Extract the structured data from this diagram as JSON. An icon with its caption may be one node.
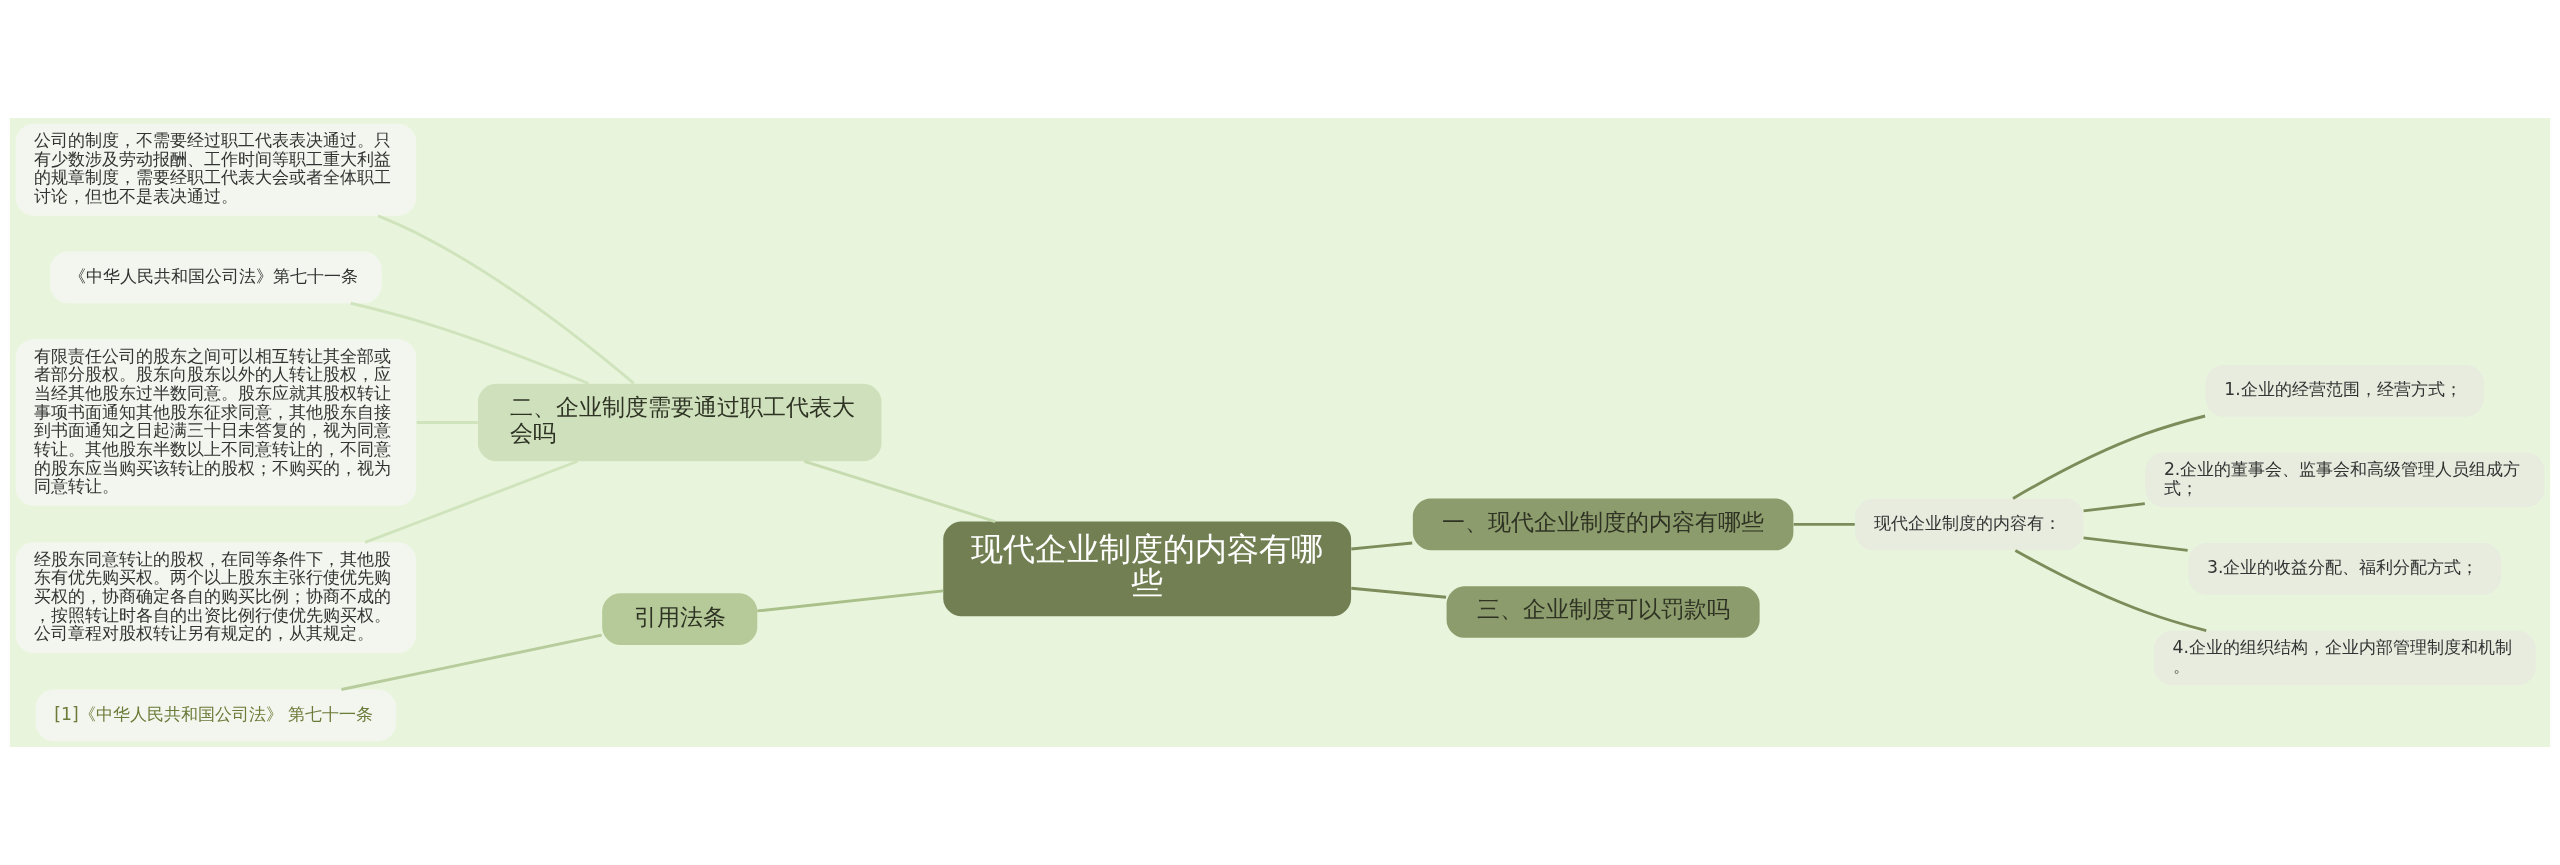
{
  "diagram": {
    "nodes": [
      {
        "text": [
          "现代企业制度的内容有哪些"
        ]
      },
      {
        "text": [
          "一、现代企业制度的内容有哪些"
        ]
      },
      {
        "text": [
          "现代企业制度的内容有："
        ]
      },
      {
        "text": [
          "1.企业的经营范围，经营方式；"
        ]
      },
      {
        "text": [
          "2.企业的董事会、监事会和高级管理人员组成方式；"
        ]
      },
      {
        "text": [
          "3.企业的收益分配、福利分配方式；"
        ]
      },
      {
        "text": [
          "4.企业的组织结构，企业内部管理制度和机制。"
        ]
      },
      {
        "text": [
          "三、企业制度可以罚款吗"
        ]
      },
      {
        "text": [
          "二、企业制度需要通过职工代表大会吗"
        ]
      },
      {
        "text": [
          "公司的制度，不需要经过职工代表表决通过。只有少数涉及劳动报酬、工作时间等职工重大利益的规章制度，需要经职工代表大会或者全体职工讨论，但也不是表决通过。"
        ]
      },
      {
        "text": [
          "《中华人民共和国公司法》第七十一条"
        ]
      },
      {
        "text": [
          "有限责任公司的股东之间可以相互转让其全部或者部分股权。股东向股东以外的人转让股权，应当经其他股东过半数同意。股东应就其股权转让事项书面通知其他股东征求同意，其他股东自接到书面通知之日起满三十日未答复的，视为同意转让。其他股东半数以上不同意转让的，不同意的股东应当购买该转让的股权；不购买的，视为同意转让。"
        ]
      },
      {
        "text": [
          "经股东同意转让的股权，在同等条件下，其他股东有优先购买权。两个以上股东主张行使优先购买权的，协商确定各自的购买比例；协商不成的，按照转让时各自的出资比例行使优先购买权。公司章程对股权转让另有规定的，从其规定。"
        ]
      },
      {
        "text": [
          "引用法条"
        ]
      },
      {
        "text": [
          "[1]《中华人民共和国公司法》 第七十一条"
        ]
      }
    ],
    "edges": [
      {
        "from": 0,
        "to": 1,
        "arrow": "none"
      },
      {
        "from": 1,
        "to": 2,
        "arrow": "none"
      },
      {
        "from": 2,
        "to": 3,
        "arrow": "none"
      },
      {
        "from": 2,
        "to": 4,
        "arrow": "none"
      },
      {
        "from": 2,
        "to": 5,
        "arrow": "none"
      },
      {
        "from": 2,
        "to": 6,
        "arrow": "none"
      },
      {
        "from": 0,
        "to": 7,
        "arrow": "none"
      },
      {
        "from": 0,
        "to": 8,
        "arrow": "none",
        "color": "#c6dbb0"
      },
      {
        "from": 8,
        "to": 9,
        "arrow": "none",
        "color": "#cfe3bc"
      },
      {
        "from": 8,
        "to": 10,
        "arrow": "none",
        "color": "#cfe3bc"
      },
      {
        "from": 8,
        "to": 11,
        "arrow": "none",
        "color": "#cfe3bc"
      },
      {
        "from": 8,
        "to": 12,
        "arrow": "none",
        "color": "#cfe3bc"
      },
      {
        "from": 0,
        "to": 13,
        "arrow": "none",
        "color": "#a9c08a"
      },
      {
        "from": 13,
        "to": 14,
        "arrow": "none",
        "color": "#b7cc9c"
      }
    ]
  }
}
